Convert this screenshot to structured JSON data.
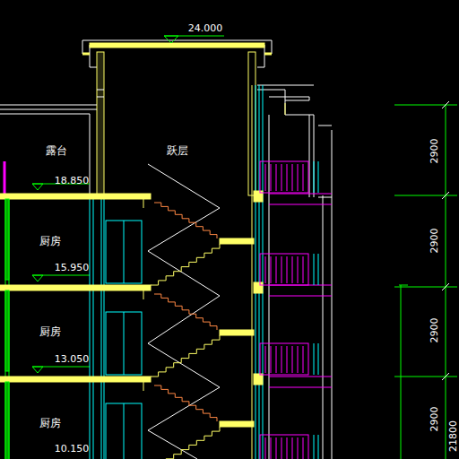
{
  "diagram": {
    "labels": [
      "24.000",
      "露台",
      "跃层",
      "18.850",
      "厨房",
      "15.950",
      "厨房",
      "13.050",
      "厨房",
      "10.150",
      "2900",
      "2900",
      "2900",
      "2900",
      "21800"
    ]
  }
}
